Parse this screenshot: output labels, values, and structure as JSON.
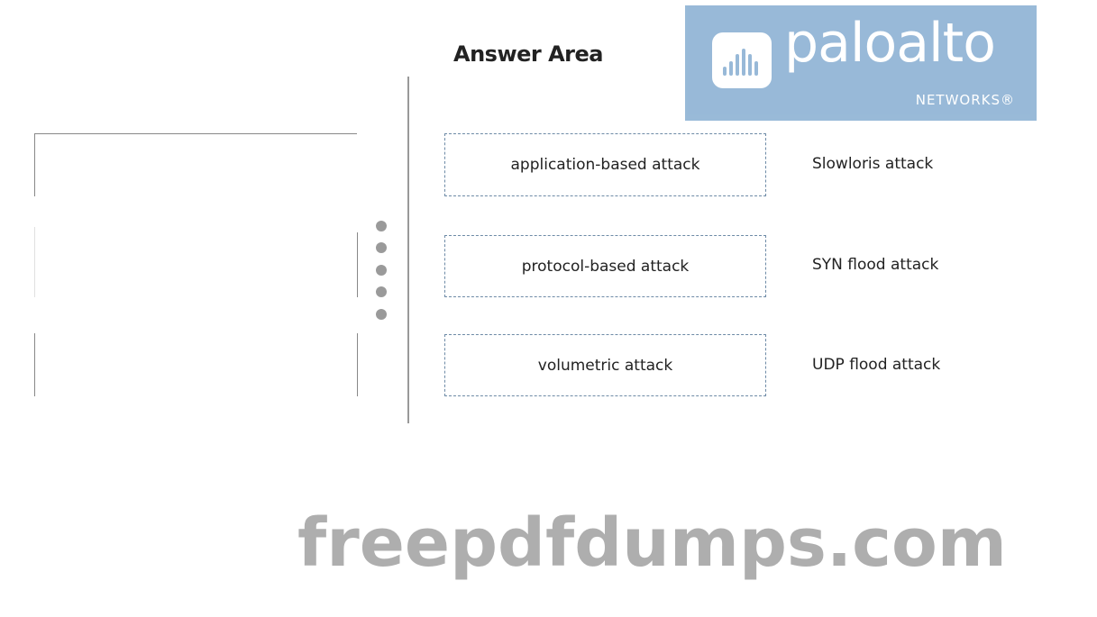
{
  "title": "Answer Area",
  "answer_boxes": [
    {
      "label": "application-based attack"
    },
    {
      "label": "protocol-based attack"
    },
    {
      "label": "volumetric attack"
    }
  ],
  "examples": [
    {
      "label": "Slowloris attack"
    },
    {
      "label": "SYN flood attack"
    },
    {
      "label": "UDP flood attack"
    }
  ],
  "watermarks": {
    "logo_brand": "paloalto",
    "logo_sub": "NETWORKS®",
    "site": "freepdfdumps.com"
  },
  "colors": {
    "logo_blue": "#93b6d6",
    "dashed_border": "#6d8aa6"
  }
}
